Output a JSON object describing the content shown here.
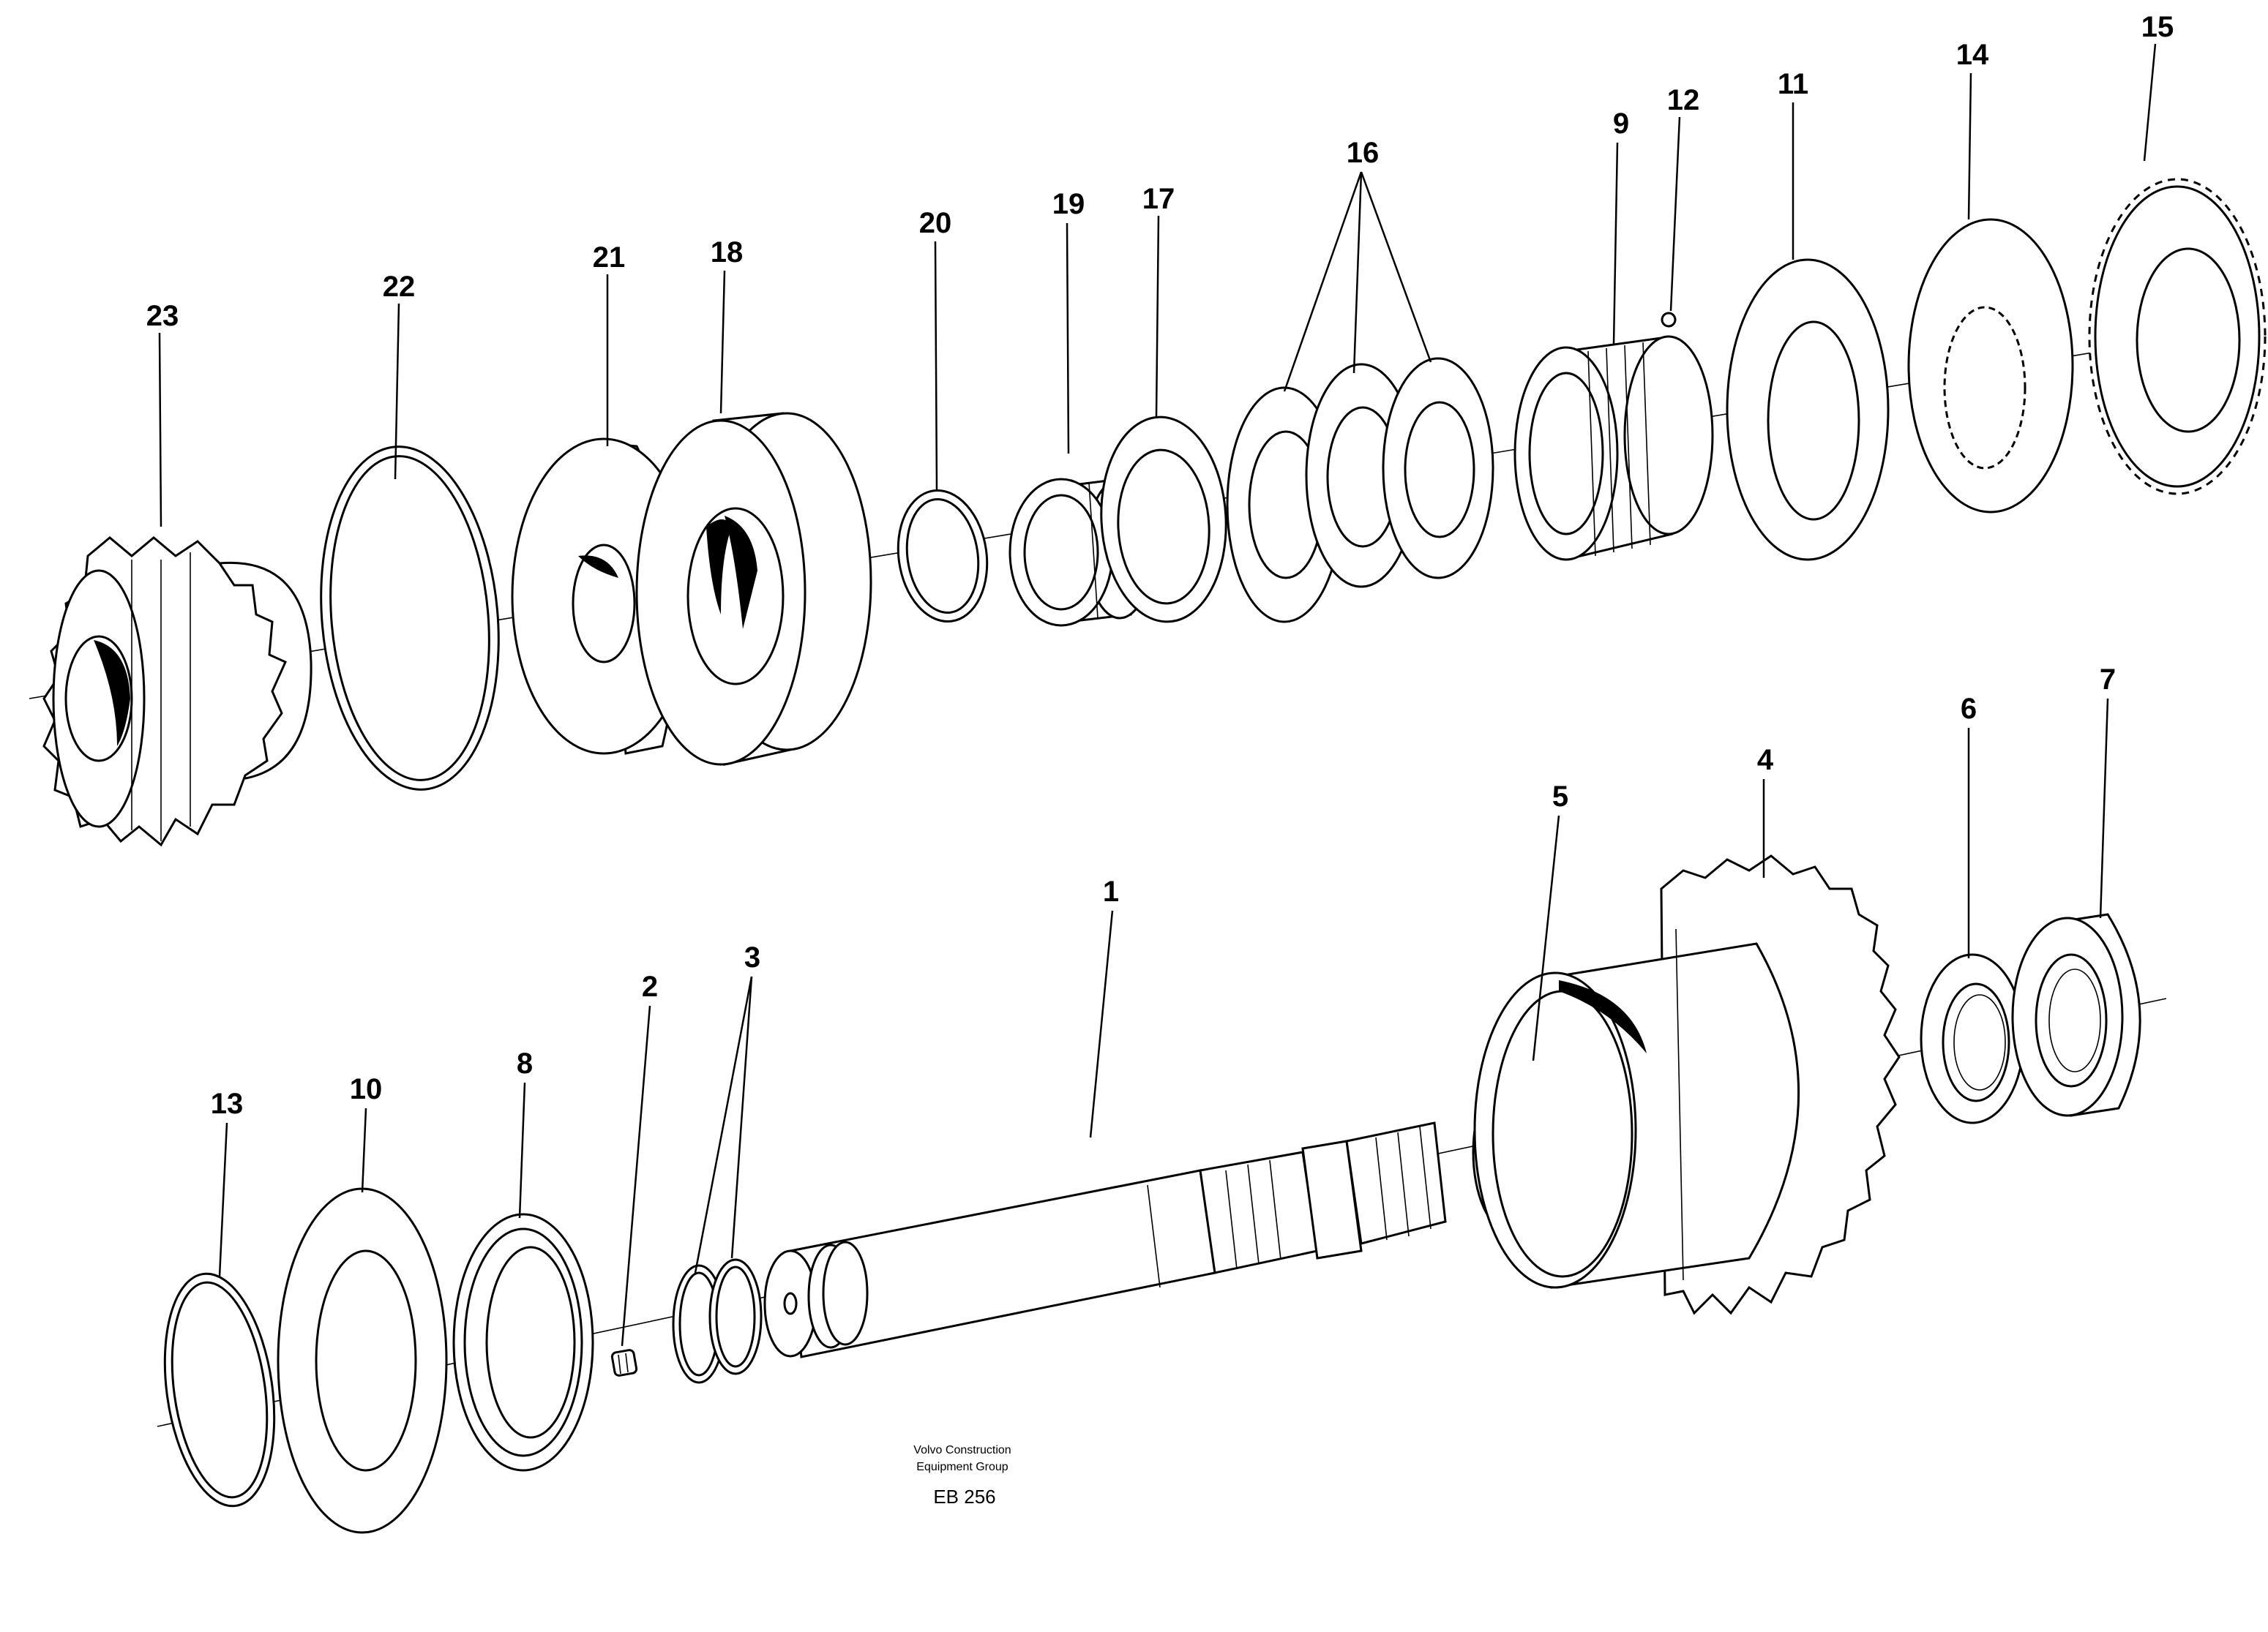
{
  "callouts": {
    "p1": "1",
    "p2": "2",
    "p3": "3",
    "p4": "4",
    "p5": "5",
    "p6": "6",
    "p7": "7",
    "p8": "8",
    "p9": "9",
    "p10": "10",
    "p11": "11",
    "p12": "12",
    "p13": "13",
    "p14": "14",
    "p15": "15",
    "p16": "16",
    "p17": "17",
    "p18": "18",
    "p19": "19",
    "p20": "20",
    "p21": "21",
    "p22": "22",
    "p23": "23"
  },
  "credit": {
    "line1": "Volvo Construction",
    "line2": "Equipment Group",
    "code": "EB 256"
  }
}
